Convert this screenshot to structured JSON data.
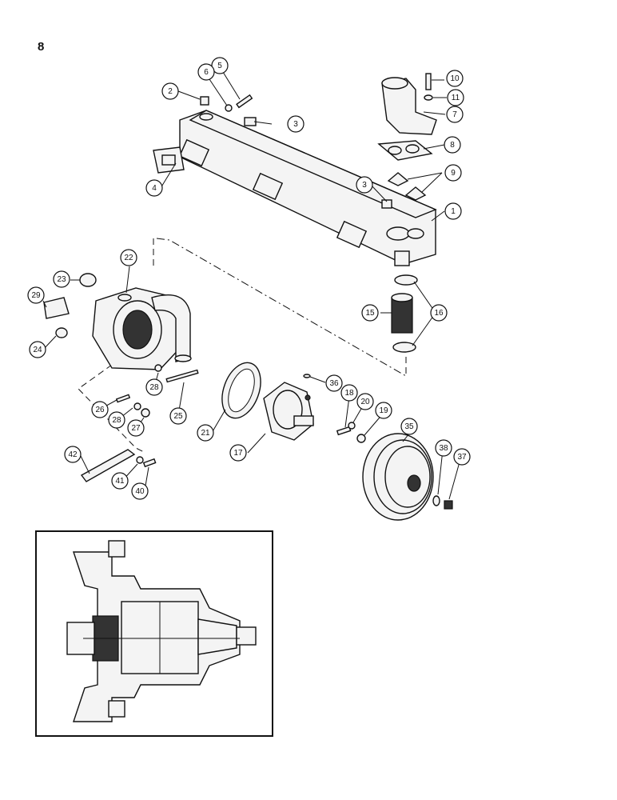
{
  "page": {
    "number": "8"
  },
  "callouts": [
    {
      "label": "1"
    },
    {
      "label": "2"
    },
    {
      "label": "3"
    },
    {
      "label": "3"
    },
    {
      "label": "4"
    },
    {
      "label": "5"
    },
    {
      "label": "6"
    },
    {
      "label": "7"
    },
    {
      "label": "8"
    },
    {
      "label": "9"
    },
    {
      "label": "10"
    },
    {
      "label": "11"
    },
    {
      "label": "15"
    },
    {
      "label": "16"
    },
    {
      "label": "17"
    },
    {
      "label": "18"
    },
    {
      "label": "19"
    },
    {
      "label": "20"
    },
    {
      "label": "21"
    },
    {
      "label": "22"
    },
    {
      "label": "23"
    },
    {
      "label": "24"
    },
    {
      "label": "25"
    },
    {
      "label": "26"
    },
    {
      "label": "27"
    },
    {
      "label": "28"
    },
    {
      "label": "28"
    },
    {
      "label": "29"
    },
    {
      "label": "35"
    },
    {
      "label": "36"
    },
    {
      "label": "37"
    },
    {
      "label": "38"
    },
    {
      "label": "40"
    },
    {
      "label": "41"
    },
    {
      "label": "42"
    }
  ]
}
